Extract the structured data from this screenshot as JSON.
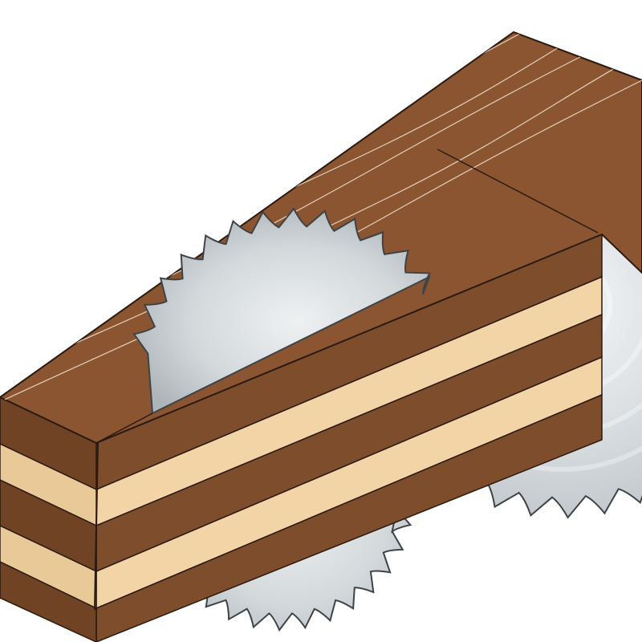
{
  "illustration": {
    "subject": "",
    "colors": {
      "background": "#ffffff",
      "wood_dark": "#8a5530",
      "wood_mid": "#7a4b2a",
      "wood_light": "#f2d4a6",
      "wood_outline": "#2a1a10",
      "grain": "#f4e6d4",
      "blade_light": "#eceff1",
      "blade_mid": "#cfd4d8",
      "blade_dark": "#a9b0b5",
      "blade_outline": "#3d4347"
    },
    "blades": [
      {
        "id": "blade-back-right",
        "teeth": 36
      },
      {
        "id": "blade-front-left",
        "teeth": 32
      }
    ],
    "board": {
      "ply_layers": 5,
      "visible_cut": true
    }
  }
}
